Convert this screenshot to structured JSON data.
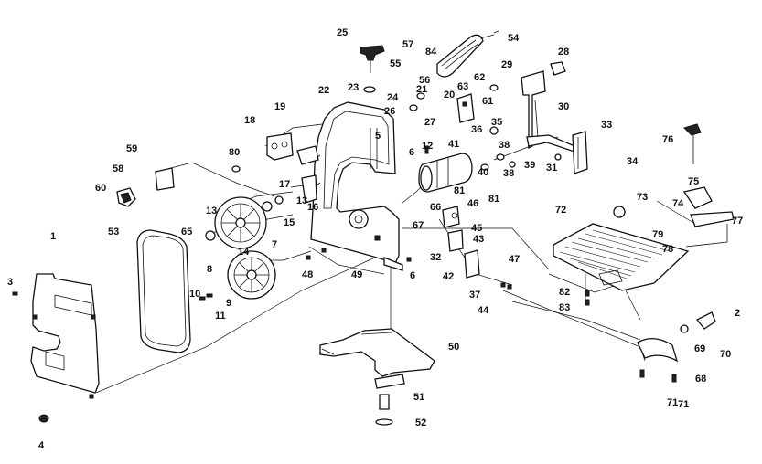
{
  "diagram": {
    "type": "exploded-parts-view",
    "colors": {
      "ink": "#111111",
      "paper": "#ffffff"
    },
    "callouts": [
      "1",
      "2",
      "3",
      "4",
      "5",
      "6",
      "7",
      "8",
      "9",
      "10",
      "11",
      "12",
      "13",
      "14",
      "15",
      "16",
      "17",
      "18",
      "19",
      "20",
      "21",
      "22",
      "23",
      "24",
      "25",
      "26",
      "27",
      "28",
      "29",
      "30",
      "31",
      "32",
      "33",
      "34",
      "35",
      "36",
      "37",
      "38",
      "39",
      "40",
      "41",
      "42",
      "43",
      "44",
      "45",
      "46",
      "47",
      "48",
      "49",
      "50",
      "51",
      "52",
      "53",
      "54",
      "55",
      "56",
      "57",
      "59",
      "58",
      "60",
      "61",
      "62",
      "63",
      "65",
      "66",
      "67",
      "68",
      "69",
      "70",
      "71",
      "72",
      "73",
      "74",
      "75",
      "76",
      "77",
      "78",
      "79",
      "80",
      "81",
      "82",
      "83",
      "84"
    ],
    "parts": [
      {
        "id": "p1",
        "label": "1"
      },
      {
        "id": "p2",
        "label": "2"
      },
      {
        "id": "p3",
        "label": "3"
      },
      {
        "id": "p4",
        "label": "4"
      },
      {
        "id": "p5",
        "label": "5"
      },
      {
        "id": "p6a",
        "label": "6"
      },
      {
        "id": "p6b",
        "label": "6"
      },
      {
        "id": "p7",
        "label": "7"
      },
      {
        "id": "p8",
        "label": "8"
      },
      {
        "id": "p9",
        "label": "9"
      },
      {
        "id": "p10",
        "label": "10"
      },
      {
        "id": "p11",
        "label": "11"
      },
      {
        "id": "p12",
        "label": "12"
      },
      {
        "id": "p13a",
        "label": "13"
      },
      {
        "id": "p13b",
        "label": "13"
      },
      {
        "id": "p14",
        "label": "14"
      },
      {
        "id": "p15",
        "label": "15"
      },
      {
        "id": "p16",
        "label": "16"
      },
      {
        "id": "p17",
        "label": "17"
      },
      {
        "id": "p18",
        "label": "18"
      },
      {
        "id": "p19",
        "label": "19"
      },
      {
        "id": "p20",
        "label": "20"
      },
      {
        "id": "p21",
        "label": "21"
      },
      {
        "id": "p22",
        "label": "22"
      },
      {
        "id": "p23",
        "label": "23"
      },
      {
        "id": "p24",
        "label": "24"
      },
      {
        "id": "p25",
        "label": "25"
      },
      {
        "id": "p26",
        "label": "26"
      },
      {
        "id": "p27",
        "label": "27"
      },
      {
        "id": "p28",
        "label": "28"
      },
      {
        "id": "p29",
        "label": "29"
      },
      {
        "id": "p30",
        "label": "30"
      },
      {
        "id": "p31",
        "label": "31"
      },
      {
        "id": "p32",
        "label": "32"
      },
      {
        "id": "p33",
        "label": "33"
      },
      {
        "id": "p34",
        "label": "34"
      },
      {
        "id": "p35",
        "label": "35"
      },
      {
        "id": "p36",
        "label": "36"
      },
      {
        "id": "p37",
        "label": "37"
      },
      {
        "id": "p38a",
        "label": "38"
      },
      {
        "id": "p38b",
        "label": "38"
      },
      {
        "id": "p39",
        "label": "39"
      },
      {
        "id": "p40",
        "label": "40"
      },
      {
        "id": "p41",
        "label": "41"
      },
      {
        "id": "p42",
        "label": "42"
      },
      {
        "id": "p43",
        "label": "43"
      },
      {
        "id": "p44",
        "label": "44"
      },
      {
        "id": "p45",
        "label": "45"
      },
      {
        "id": "p46",
        "label": "46"
      },
      {
        "id": "p47",
        "label": "47"
      },
      {
        "id": "p48",
        "label": "48"
      },
      {
        "id": "p49",
        "label": "49"
      },
      {
        "id": "p50",
        "label": "50"
      },
      {
        "id": "p51",
        "label": "51"
      },
      {
        "id": "p52",
        "label": "52"
      },
      {
        "id": "p53",
        "label": "53"
      },
      {
        "id": "p54",
        "label": "54"
      },
      {
        "id": "p55",
        "label": "55"
      },
      {
        "id": "p56",
        "label": "56"
      },
      {
        "id": "p57",
        "label": "57"
      },
      {
        "id": "p58",
        "label": "58"
      },
      {
        "id": "p59",
        "label": "59"
      },
      {
        "id": "p60",
        "label": "60"
      },
      {
        "id": "p61",
        "label": "61"
      },
      {
        "id": "p62",
        "label": "62"
      },
      {
        "id": "p63",
        "label": "63"
      },
      {
        "id": "p65",
        "label": "65"
      },
      {
        "id": "p66",
        "label": "66"
      },
      {
        "id": "p67",
        "label": "67"
      },
      {
        "id": "p68",
        "label": "68"
      },
      {
        "id": "p69",
        "label": "69"
      },
      {
        "id": "p70",
        "label": "70"
      },
      {
        "id": "p71a",
        "label": "71"
      },
      {
        "id": "p71b",
        "label": "71"
      },
      {
        "id": "p72",
        "label": "72"
      },
      {
        "id": "p73",
        "label": "73"
      },
      {
        "id": "p74",
        "label": "74"
      },
      {
        "id": "p75",
        "label": "75"
      },
      {
        "id": "p76",
        "label": "76"
      },
      {
        "id": "p77",
        "label": "77"
      },
      {
        "id": "p78",
        "label": "78"
      },
      {
        "id": "p79",
        "label": "79"
      },
      {
        "id": "p80",
        "label": "80"
      },
      {
        "id": "p81a",
        "label": "81"
      },
      {
        "id": "p81b",
        "label": "81"
      },
      {
        "id": "p82",
        "label": "82"
      },
      {
        "id": "p83",
        "label": "83"
      },
      {
        "id": "p84",
        "label": "84"
      }
    ]
  }
}
